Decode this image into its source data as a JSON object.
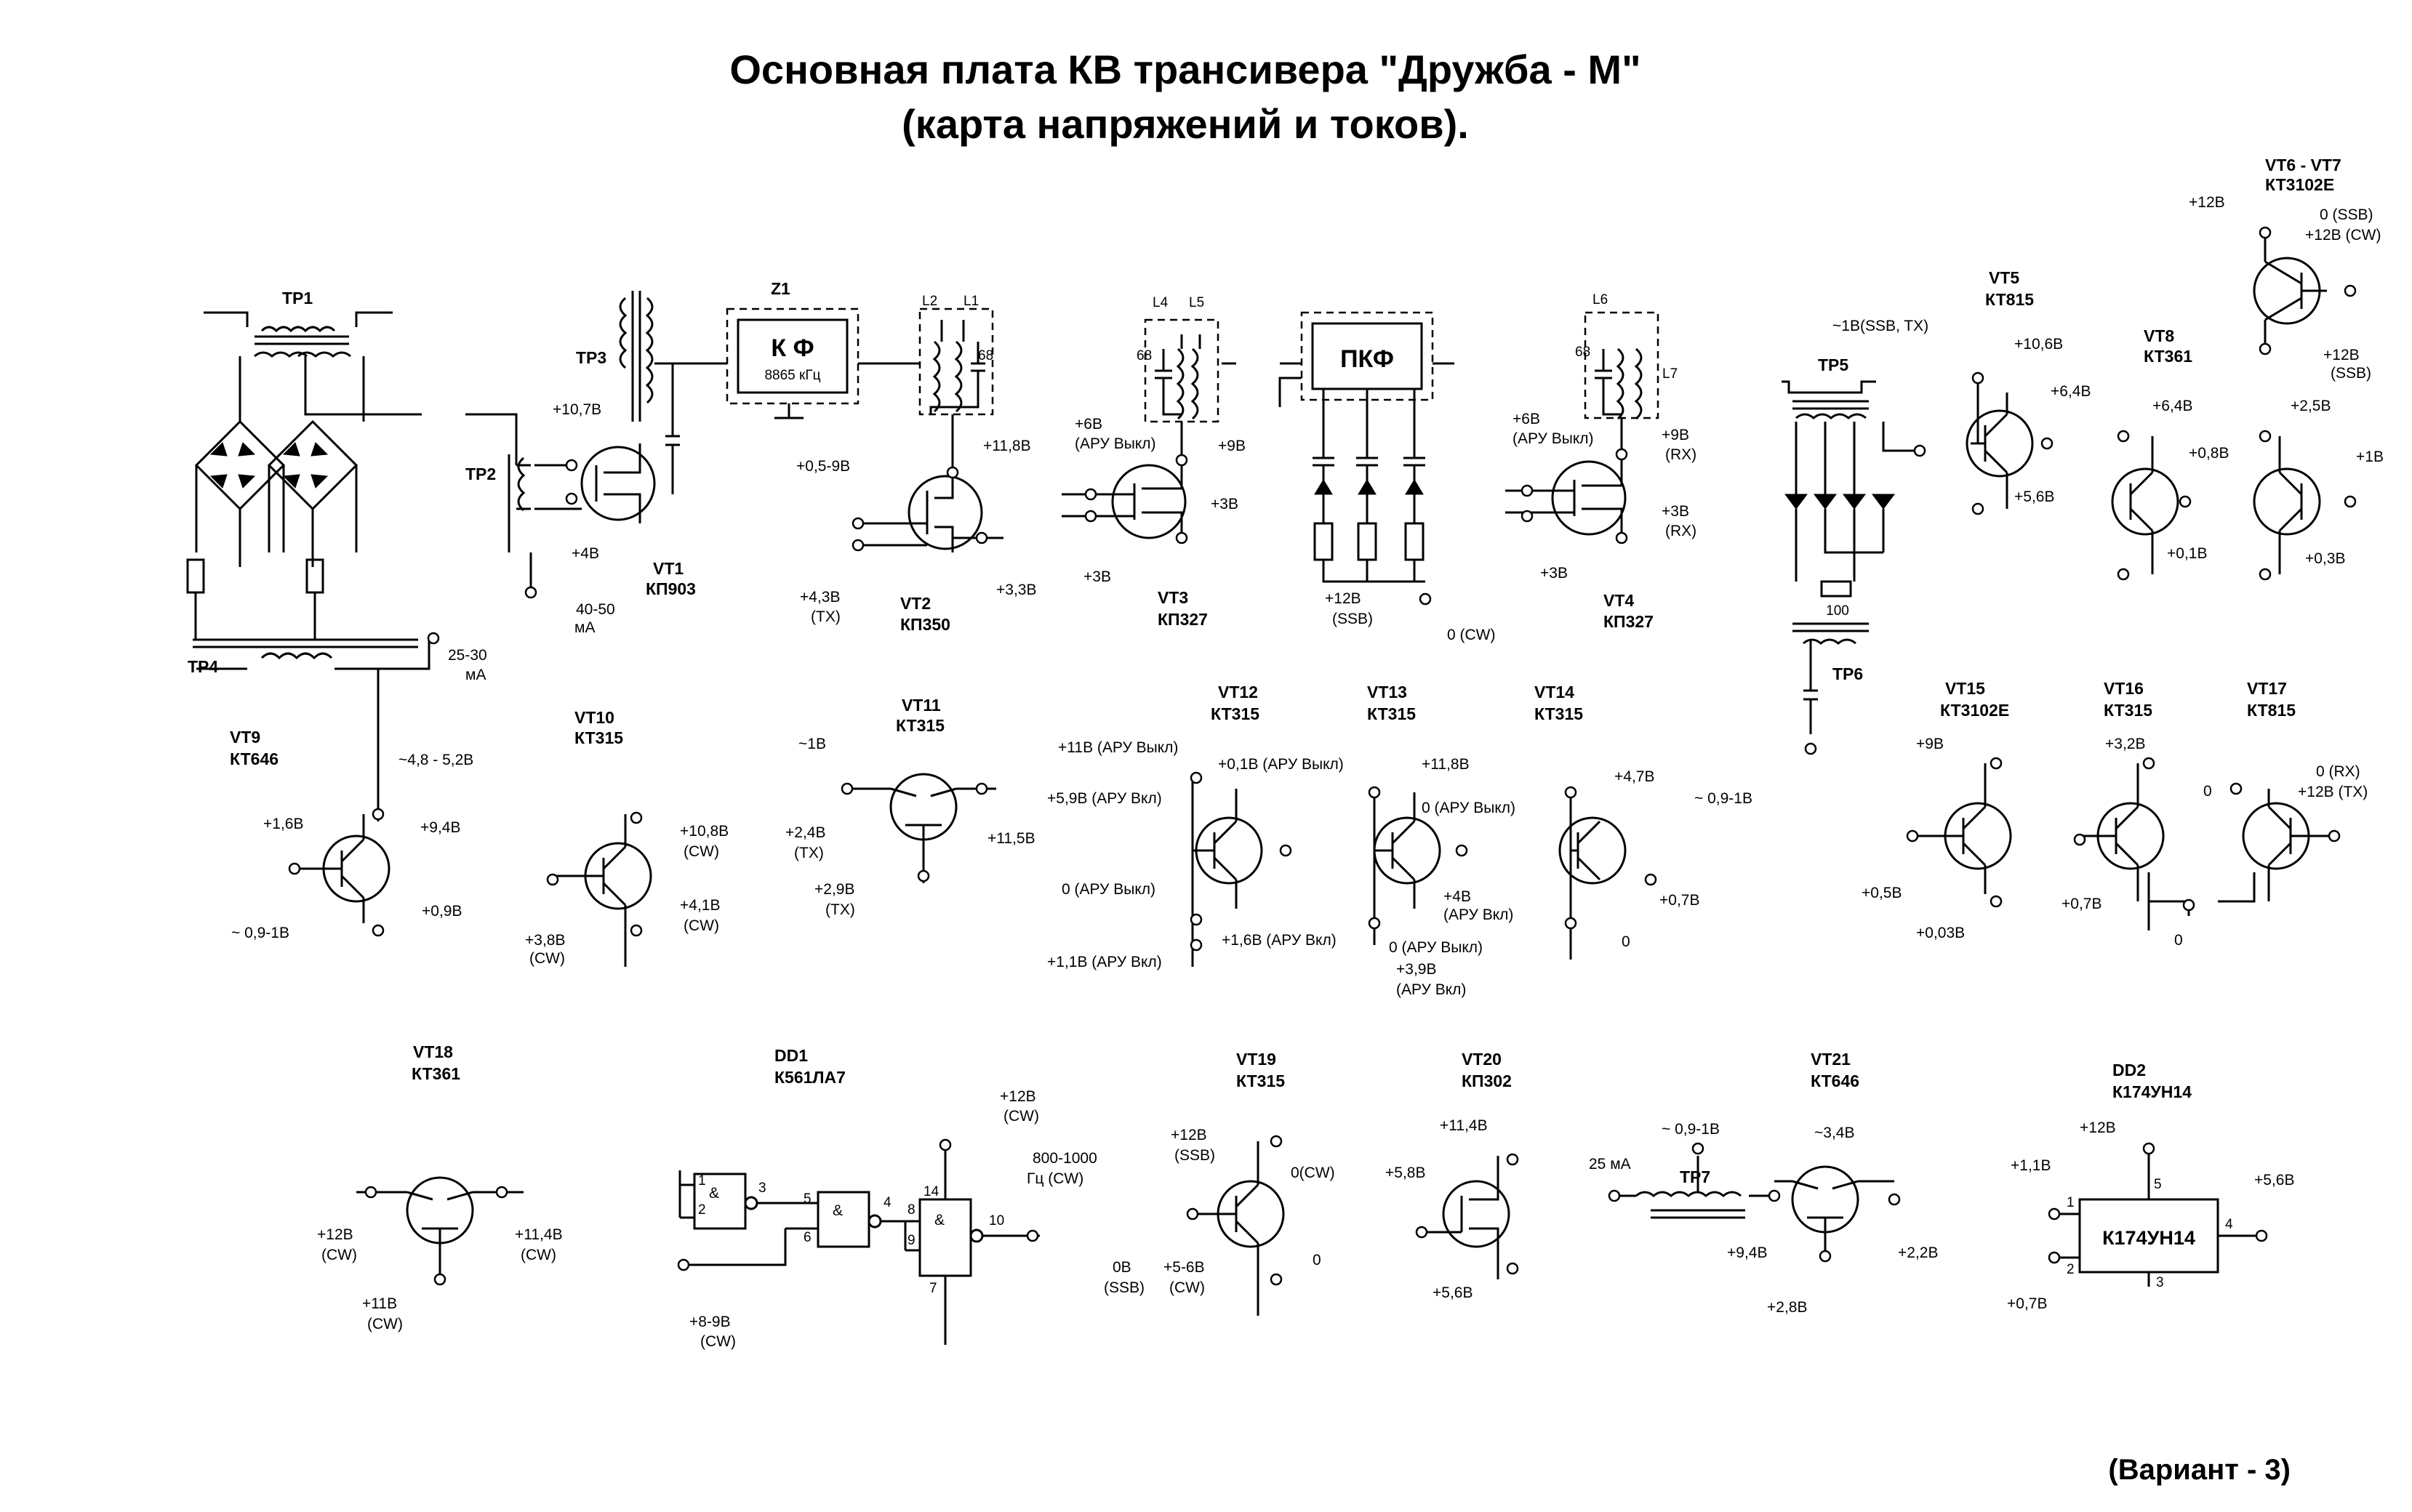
{
  "title": {
    "line1": "Основная плата КВ трансивера \"Дружба - М\"",
    "line2": "(карта напряжений и токов)."
  },
  "footer": "(Вариант - 3)",
  "transformers": {
    "tp1": "ТР1",
    "tp2": "ТР2",
    "tp3": "ТР3",
    "tp4": "ТР4",
    "tp5": "ТР5",
    "tp6": "ТР6",
    "tp7": "ТР7"
  },
  "inductors": {
    "l1": "L1",
    "l2": "L2",
    "l4": "L4",
    "l5": "L5",
    "l6": "L6",
    "l7": "L7"
  },
  "filter": {
    "z1": "Z1",
    "kf": "К Ф",
    "kf_freq": "8865 кГц",
    "pkf": "ПКФ"
  },
  "ics": {
    "dd2_body": "К174УН14",
    "r100": "100"
  },
  "components": [
    {
      "id": "vt1",
      "name": "VT1",
      "part": "КП903"
    },
    {
      "id": "vt2",
      "name": "VT2",
      "part": "КП350"
    },
    {
      "id": "vt3",
      "name": "VT3",
      "part": "КП327"
    },
    {
      "id": "vt4",
      "name": "VT4",
      "part": "КП327"
    },
    {
      "id": "vt5",
      "name": "VT5",
      "part": "КТ815"
    },
    {
      "id": "vt67",
      "name": "VT6 - VT7",
      "part": "КТ3102Е"
    },
    {
      "id": "vt8",
      "name": "VT8",
      "part": "КТ361"
    },
    {
      "id": "vt9",
      "name": "VT9",
      "part": "КТ646"
    },
    {
      "id": "vt10",
      "name": "VT10",
      "part": "КТ315"
    },
    {
      "id": "vt11",
      "name": "VT11",
      "part": "КТ315"
    },
    {
      "id": "vt12",
      "name": "VT12",
      "part": "КТ315"
    },
    {
      "id": "vt13",
      "name": "VT13",
      "part": "КТ315"
    },
    {
      "id": "vt14",
      "name": "VT14",
      "part": "КТ315"
    },
    {
      "id": "vt15",
      "name": "VT15",
      "part": "КТ3102Е"
    },
    {
      "id": "vt16",
      "name": "VT16",
      "part": "КТ315"
    },
    {
      "id": "vt17",
      "name": "VT17",
      "part": "КТ815"
    },
    {
      "id": "vt18",
      "name": "VT18",
      "part": "КТ361"
    },
    {
      "id": "dd1",
      "name": "DD1",
      "part": "К561ЛА7"
    },
    {
      "id": "vt19",
      "name": "VT19",
      "part": "КТ315"
    },
    {
      "id": "vt20",
      "name": "VT20",
      "part": "КП302"
    },
    {
      "id": "vt21",
      "name": "VT21",
      "part": "КТ646"
    },
    {
      "id": "dd2",
      "name": "DD2",
      "part": "К174УН14"
    }
  ],
  "labels": [
    "+10,7В",
    "+4В",
    "40-50",
    "мА",
    "25-30",
    "мА",
    "+0,5-9В",
    "+11,8В",
    "+4,3В",
    "(ТХ)",
    "+3,3В",
    "68",
    "+6В",
    "(АРУ Выкл)",
    "+9В",
    "+3В",
    "+3В",
    "68",
    "+12В",
    "(SSB)",
    "0 (CW)",
    "+6В",
    "(АРУ Выкл)",
    "+9В",
    "(RX)",
    "+3В",
    "(RX)",
    "+3В",
    "68",
    "~1В(SSB, TX)",
    "~ 0,9-1В",
    "+10,6В",
    "+6,4В",
    "+5,6В",
    "+12В",
    "0 (SSB)",
    "+12В (CW)",
    "+12В",
    "(SSB)",
    "+6,4В",
    "+0,8В",
    "+0,1В",
    "+2,5В",
    "+1В",
    "+0,3В",
    "~4,8 - 5,2В",
    "+9,4В",
    "+1,6В",
    "~ 0,9-1В",
    "+0,9В",
    "+10,8В",
    "(CW)",
    "+3,8В",
    "(CW)",
    "+4,1В",
    "(CW)",
    "~1В",
    "+2,4В",
    "(ТХ)",
    "+11,5В",
    "+2,9В",
    "(ТХ)",
    "+11В (АРУ Выкл)",
    "+0,1В (АРУ Выкл)",
    "+5,9В (АРУ Вкл)",
    "0 (АРУ Выкл)",
    "+1,6В (АРУ Вкл)",
    "+1,1В (АРУ Вкл)",
    "+11,8В",
    "0 (АРУ Выкл)",
    "+4В",
    "(АРУ Вкл)",
    "0 (АРУ Выкл)",
    "+3,9В",
    "(АРУ Вкл)",
    "+4,7В",
    "+0,7В",
    "0",
    "+9В",
    "+0,5В",
    "+0,03В",
    "+3,2В",
    "+0,7В",
    "0",
    "0",
    "0 (RX)",
    "+12В (TX)",
    "+12В",
    "(CW)",
    "+11,4В",
    "(CW)",
    "+11В",
    "(CW)",
    "+12В",
    "(CW)",
    "800-1000",
    "Гц (CW)",
    "+8-9В",
    "(CW)",
    "+12В",
    "(SSB)",
    "0(CW)",
    "0В",
    "(SSB)",
    "+5-6В",
    "(CW)",
    "0",
    "+11,4В",
    "+5,8В",
    "+5,6В",
    "~ 0,9-1В",
    "25 мА",
    "~3,4В",
    "+9,4В",
    "+2,2В",
    "+2,8В",
    "+12В",
    "+1,1В",
    "+5,6В",
    "+0,7В"
  ],
  "pins": [
    "1",
    "2",
    "3",
    "5",
    "6",
    "4",
    "8",
    "9",
    "14",
    "10",
    "7",
    "1",
    "5",
    "4",
    "2",
    "3"
  ],
  "gates": [
    "&",
    "&",
    "&"
  ]
}
